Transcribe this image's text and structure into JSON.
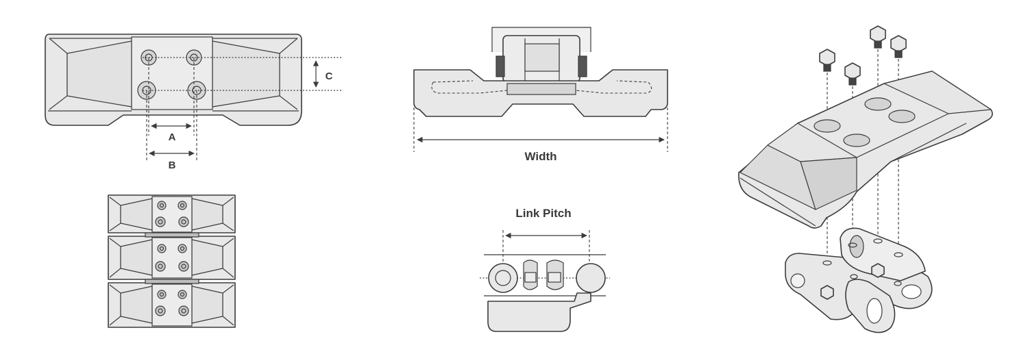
{
  "labels": {
    "dim_a": "A",
    "dim_b": "B",
    "dim_c": "C",
    "width": "Width",
    "link_pitch": "Link Pitch"
  },
  "colors": {
    "line": "#3b3b3b",
    "fill": "#e8e8e8",
    "background": "#ffffff"
  }
}
